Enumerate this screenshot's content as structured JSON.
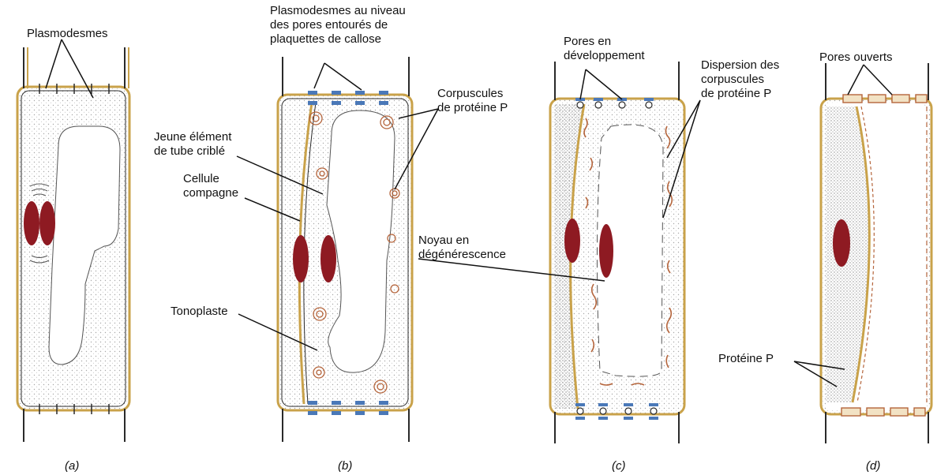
{
  "labels": {
    "plasmodesmes": "Plasmodesmes",
    "plasmo_pores_1": "Plasmodesmes au niveau",
    "plasmo_pores_2": "des pores entourés de",
    "plasmo_pores_3": "plaquettes de callose",
    "corpuscules_1": "Corpuscules",
    "corpuscules_2": "de protéine P",
    "jeune_1": "Jeune élément",
    "jeune_2": "de tube criblé",
    "cellule_1": "Cellule",
    "cellule_2": "compagne",
    "noyau_1": "Noyau en",
    "noyau_2": "dégénérescence",
    "tonoplaste": "Tonoplaste",
    "pores_dev_1": "Pores en",
    "pores_dev_2": "développement",
    "dispersion_1": "Dispersion des",
    "dispersion_2": "corpuscules",
    "dispersion_3": "de protéine P",
    "pores_ouverts": "Pores ouverts",
    "proteine_p": "Protéine P"
  },
  "captions": [
    "(a)",
    "(b)",
    "(c)",
    "(d)"
  ],
  "colors": {
    "wall": "#c9a24a",
    "wall_inner": "#eedc9a",
    "nucleus": "#8e1a22",
    "callose": "#4a78b8",
    "protein_p": "#b5653c",
    "cytoplasm_dots": "#9a9a9a",
    "line": "#111111"
  }
}
